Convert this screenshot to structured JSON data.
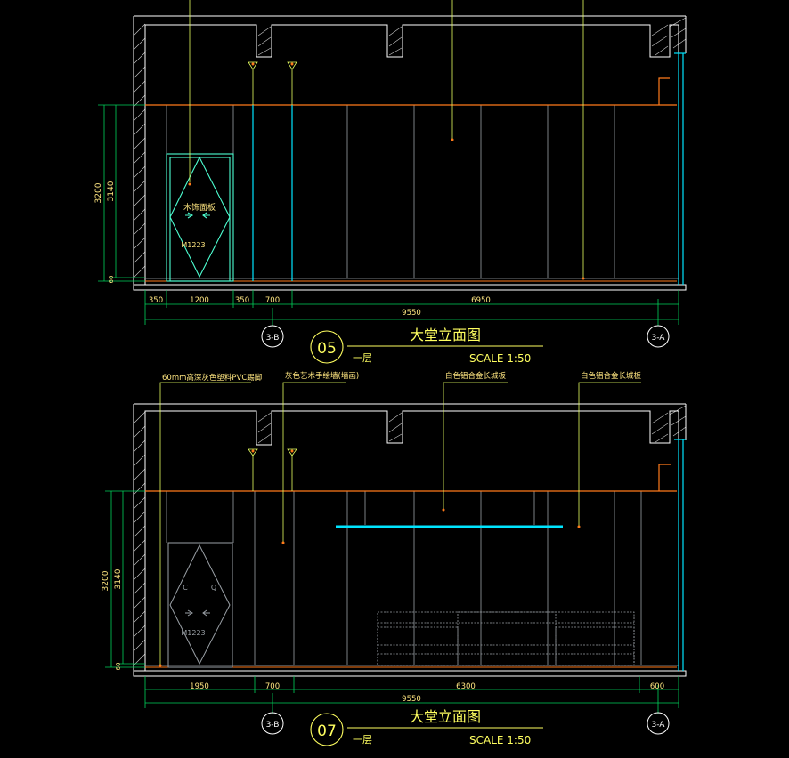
{
  "colors": {
    "background": "#000000",
    "wall": "#ffffff",
    "dim": "#00d25a",
    "cyan": "#00e5ff",
    "orange": "#ff7a1a",
    "leader": "#e6ff60",
    "title": "#ffff60",
    "panel": "#9aa0a6",
    "door": "#4dffd2",
    "hatch": "#ffffff"
  },
  "top": {
    "dims": {
      "vertical_total": "3200",
      "vertical_inner": "3140",
      "bottom_small": "60",
      "segments": [
        "350",
        "1200",
        "350",
        "700",
        "6950"
      ],
      "total": "9550"
    },
    "door_labels": [
      "木饰面板",
      "M1223"
    ],
    "axis_left": "3-B",
    "axis_right": "3-A",
    "title": {
      "number": "05",
      "name": "大堂立面图",
      "floor": "一层",
      "scale": "SCALE 1:50"
    }
  },
  "bottom": {
    "annotations": [
      "60mm高深灰色塑料PVC踢脚",
      "灰色艺术手绘墙(墙画)",
      "白色铝合金长城板",
      "白色铝合金长城板"
    ],
    "dims": {
      "vertical_total": "3200",
      "vertical_inner": "3140",
      "bottom_small": "60",
      "segments": [
        "1950",
        "700",
        "6300",
        "600"
      ],
      "total": "9550"
    },
    "door_labels": [
      "C",
      "Q",
      "M1223"
    ],
    "axis_left": "3-B",
    "axis_right": "3-A",
    "title": {
      "number": "07",
      "name": "大堂立面图",
      "floor": "一层",
      "scale": "SCALE 1:50"
    }
  }
}
